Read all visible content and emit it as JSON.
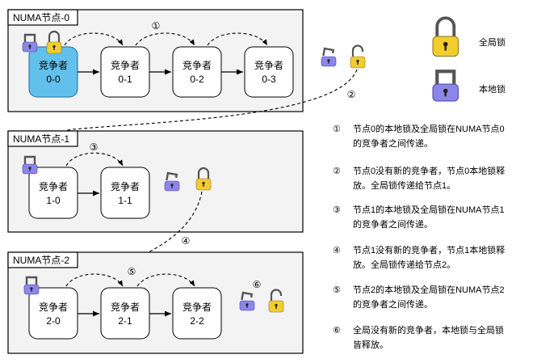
{
  "colors": {
    "panel_bg": "#f3f3f3",
    "contender_bg": "#ffffff",
    "active_bg": "#62c0ec",
    "active_stroke": "#1f6d96",
    "global_lock": "#f2cd2d",
    "local_lock": "#8c86e8",
    "shackle": "#555555"
  },
  "nodes": [
    {
      "label": "NUMA节点-0",
      "contenders": [
        {
          "title": "竞争者",
          "id": "0-0",
          "active": true
        },
        {
          "title": "竞争者",
          "id": "0-1",
          "active": false
        },
        {
          "title": "竞争者",
          "id": "0-2",
          "active": false
        },
        {
          "title": "竞争者",
          "id": "0-3",
          "active": false
        }
      ]
    },
    {
      "label": "NUMA节点-1",
      "contenders": [
        {
          "title": "竞争者",
          "id": "1-0",
          "active": false
        },
        {
          "title": "竞争者",
          "id": "1-1",
          "active": false
        }
      ]
    },
    {
      "label": "NUMA节点-2",
      "contenders": [
        {
          "title": "竞争者",
          "id": "2-0",
          "active": false
        },
        {
          "title": "竞争者",
          "id": "2-1",
          "active": false
        },
        {
          "title": "竞争者",
          "id": "2-2",
          "active": false
        }
      ]
    }
  ],
  "step_markers": [
    "①",
    "②",
    "③",
    "④",
    "⑤",
    "⑥"
  ],
  "legend": {
    "global_lock": "全局锁",
    "local_lock": "本地锁"
  },
  "notes": [
    {
      "num": "①",
      "lines": [
        "节点0的本地锁及全局锁在NUMA节点0",
        "的竞争者之间传递。"
      ]
    },
    {
      "num": "②",
      "lines": [
        "节点0没有新的竞争者，节点0本地锁释",
        "放。全局锁传递给节点1。"
      ]
    },
    {
      "num": "③",
      "lines": [
        "节点1的本地锁及全局锁在NUMA节点1",
        "的竞争者之间传递。"
      ]
    },
    {
      "num": "④",
      "lines": [
        "节点1没有新的竞争者，节点1本地锁释",
        "放。全局锁传递给节点2。"
      ]
    },
    {
      "num": "⑤",
      "lines": [
        "节点2的本地锁及全局锁在NUMA节点2",
        "的竞争者之间传递。"
      ]
    },
    {
      "num": "⑥",
      "lines": [
        "全局没有新的竞争者，本地锁与全局锁",
        "皆释放。"
      ]
    }
  ]
}
